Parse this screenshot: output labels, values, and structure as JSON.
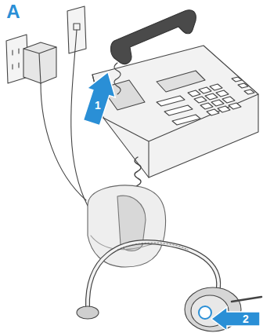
{
  "diagram": {
    "labels": [
      "A",
      "1",
      "2"
    ]
  }
}
